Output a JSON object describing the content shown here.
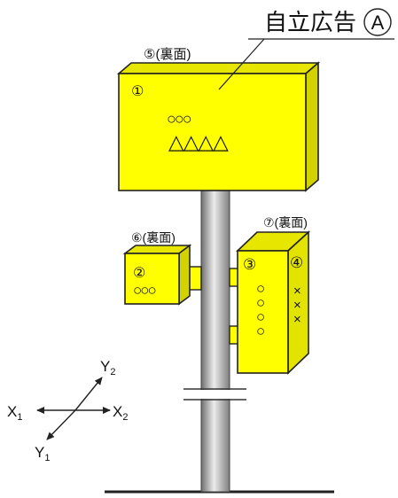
{
  "title": {
    "text": "自立広告",
    "circled_letter": "A"
  },
  "labels": {
    "sign_back": "⑤(裏面)",
    "sign_number": "①",
    "sign_circles": "○○○",
    "sign_triangles": "△△△△",
    "box_left_back": "⑥(裏面)",
    "box_left_number": "②",
    "box_left_circles": "○○○",
    "box_right_back": "⑦(裏面)",
    "box_right_front_number": "③",
    "box_right_side_number": "④",
    "box_right_circles": [
      "○",
      "○",
      "○",
      "○"
    ],
    "box_right_crosses": [
      "×",
      "×",
      "×"
    ]
  },
  "axes": {
    "x1": "X",
    "x1_sub": "1",
    "x2": "X",
    "x2_sub": "2",
    "y1": "Y",
    "y1_sub": "1",
    "y2": "Y",
    "y2_sub": "2"
  },
  "colors": {
    "sign_fill": "#ffff00",
    "sign_top": "#e6e600",
    "sign_side": "#d2d200",
    "pole_light": "#e6e6e6",
    "pole_dark": "#7a7a7a",
    "outline": "#222222"
  }
}
